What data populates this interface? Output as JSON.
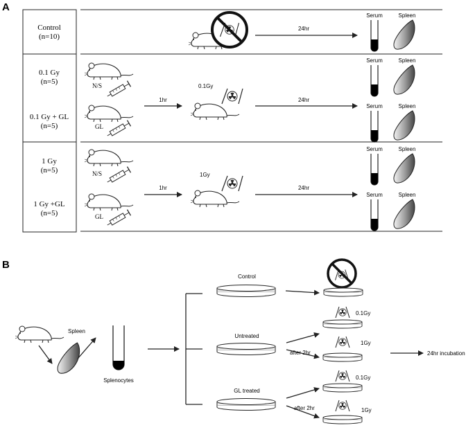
{
  "panel_a": {
    "letter": "A",
    "groups": [
      {
        "name": "Control",
        "n": "(n=10)"
      },
      {
        "name": "0.1 Gy",
        "n": "(n=5)"
      },
      {
        "name": "0.1 Gy + GL",
        "n": "(n=5)"
      },
      {
        "name": "1 Gy",
        "n": "(n=5)"
      },
      {
        "name": "1 Gy +GL",
        "n": "(n=5)"
      }
    ],
    "treatments": [
      "N/S",
      "GL",
      "N/S",
      "GL"
    ],
    "interval_1hr": "1hr",
    "interval_24hr": "24hr",
    "doses": [
      "0.1Gy",
      "1Gy"
    ],
    "sample_serum": "Serum",
    "sample_spleen": "Spleen"
  },
  "panel_b": {
    "letter": "B",
    "spleen_label": "Spleen",
    "splenocytes_label": "Splenocytes",
    "dish_labels": [
      "Control",
      "Untreated",
      "GL treated"
    ],
    "after_label": "after 2hr",
    "doses": [
      "0.1Gy",
      "1Gy",
      "0.1Gy",
      "1Gy"
    ],
    "incubation_label": "24hr incubation"
  },
  "colors": {
    "line": "#222222",
    "fill_dark": "#000000",
    "spleen_light": "#eeeeee",
    "spleen_dark": "#555555"
  },
  "icons": [
    "mouse-icon",
    "syringe-icon",
    "radiation-icon",
    "no-symbol-icon",
    "tube-icon",
    "spleen-icon",
    "petri-dish-icon"
  ]
}
